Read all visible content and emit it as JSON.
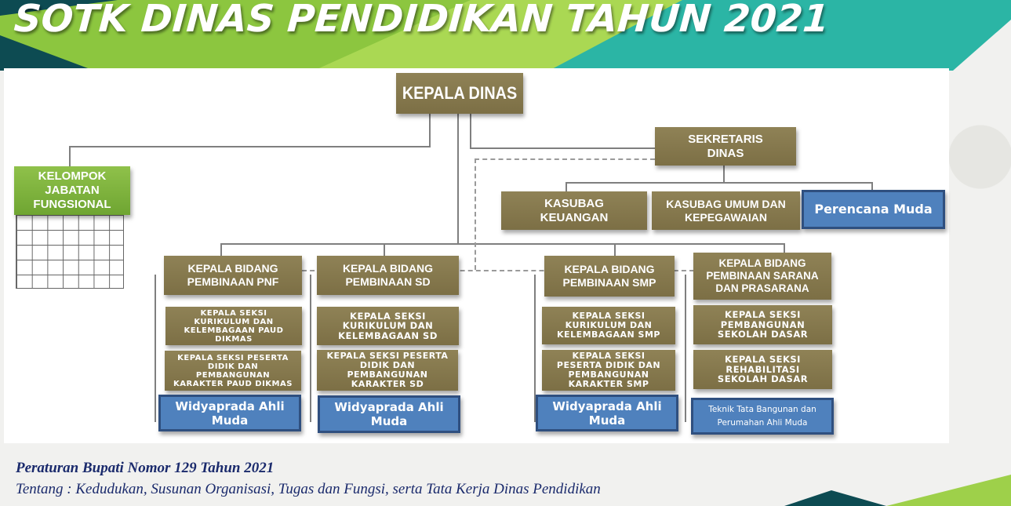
{
  "header": {
    "title": "SOTK DINAS PENDIDIKAN TAHUN 2021"
  },
  "org_chart": {
    "head": "KEPALA DINAS",
    "secretary": "SEKRETARIS DINAS",
    "functional_group": "KELOMPOK JABATAN FUNGSIONAL",
    "sub_units": [
      "KASUBAG KEUANGAN",
      "KASUBAG UMUM DAN KEPEGAWAIAN",
      "Perencana Muda"
    ],
    "divisions": [
      {
        "name": "KEPALA BIDANG PEMBINAAN PNF",
        "sections": [
          "KEPALA SEKSI KURIKULUM DAN KELEMBAGAAN PAUD DIKMAS",
          "KEPALA SEKSI PESERTA DIDIK DAN PEMBANGUNAN KARAKTER PAUD DIKMAS"
        ],
        "functional": "Widyaprada Ahli Muda"
      },
      {
        "name": "KEPALA BIDANG PEMBINAAN SD",
        "sections": [
          "KEPALA SEKSI KURIKULUM DAN KELEMBAGAAN SD",
          "KEPALA SEKSI PESERTA DIDIK DAN PEMBANGUNAN KARAKTER SD"
        ],
        "functional": "Widyaprada Ahli Muda"
      },
      {
        "name": "KEPALA BIDANG PEMBINAAN SMP",
        "sections": [
          "KEPALA SEKSI KURIKULUM DAN KELEMBAGAAN SMP",
          "KEPALA SEKSI PESERTA DIDIK DAN PEMBANGUNAN KARAKTER SMP"
        ],
        "functional": "Widyaprada Ahli Muda"
      },
      {
        "name": "KEPALA BIDANG PEMBINAAN SARANA DAN PRASARANA",
        "sections": [
          "KEPALA SEKSI PEMBANGUNAN SEKOLAH DASAR",
          "KEPALA SEKSI REHABILITASI SEKOLAH DASAR"
        ],
        "functional": "Teknik Tata Bangunan dan Perumahan Ahli Muda"
      }
    ]
  },
  "footer": {
    "regulation": "Peraturan Bupati Nomor 129 Tahun 2021",
    "subject": "Tentang : Kedudukan, Susunan Organisasi, Tugas dan Fungsi, serta Tata Kerja Dinas Pendidikan"
  },
  "colors": {
    "box_brown": "#857850",
    "box_green": "#7db33d",
    "box_blue": "#4f81bd",
    "header_green": "#8cc63f",
    "header_teal": "#2bb5a5",
    "header_dark": "#0d4b52",
    "footer_text": "#1a2a6c"
  }
}
